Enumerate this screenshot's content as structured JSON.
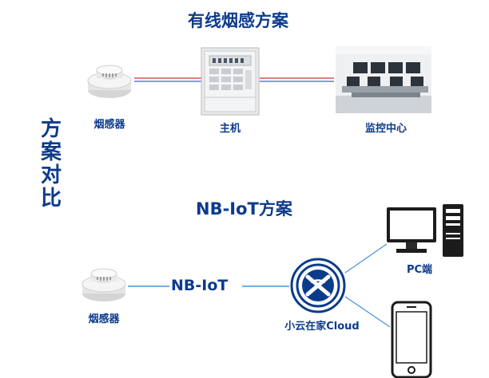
{
  "wired": {
    "title": "有线烟感方案",
    "labels": {
      "smoke": "烟感器",
      "host": "主机",
      "center": "监控中心"
    }
  },
  "side_title": [
    "方",
    "案",
    "对",
    "比"
  ],
  "nbiot": {
    "title": "NB-IoT方案",
    "link_label": "NB-IoT",
    "labels": {
      "smoke": "烟感器",
      "cloud": "小云在家Cloud",
      "pc": "PC端"
    }
  },
  "colors": {
    "title": "#0c3b8c",
    "wire_red": "#d9534f",
    "wire_blue": "#5b7fd6",
    "link": "#4a90d9"
  }
}
